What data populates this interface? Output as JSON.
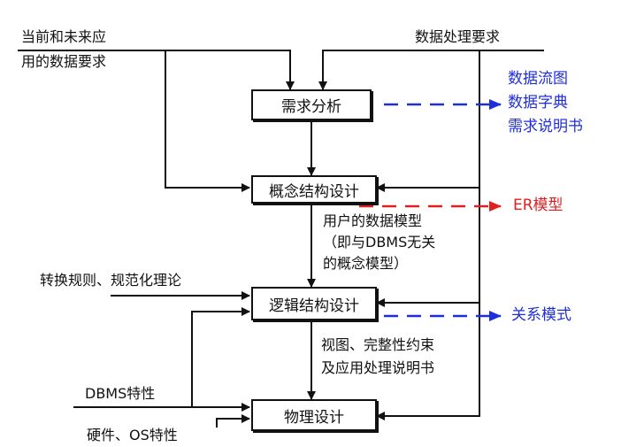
{
  "colors": {
    "line": "#111111",
    "output_blue": "#1f2fd8",
    "output_red": "#e02020"
  },
  "boxes": {
    "requirements_analysis": "需求分析",
    "conceptual_design": "概念结构设计",
    "logical_design": "逻辑结构设计",
    "physical_design": "物理设计"
  },
  "inputs": {
    "current_future_line1": "当前和未来应",
    "current_future_line2": "用的数据要求",
    "processing_requirements": "数据处理要求",
    "conversion_rules": "转换规则、规范化理论",
    "dbms_features": "DBMS特性",
    "hardware_os": "硬件、OS特性"
  },
  "intermediate": {
    "user_model_line1": "用户的数据模型",
    "user_model_line2": "（即与DBMS无关",
    "user_model_line3": "的概念模型）",
    "views_line1": "视图、完整性约束",
    "views_line2": "及应用处理说明书"
  },
  "outputs": {
    "data_flow_diagram": "数据流图",
    "data_dictionary": "数据字典",
    "requirements_spec": "需求说明书",
    "er_model": "ER模型",
    "relational_schema": "关系模式"
  }
}
